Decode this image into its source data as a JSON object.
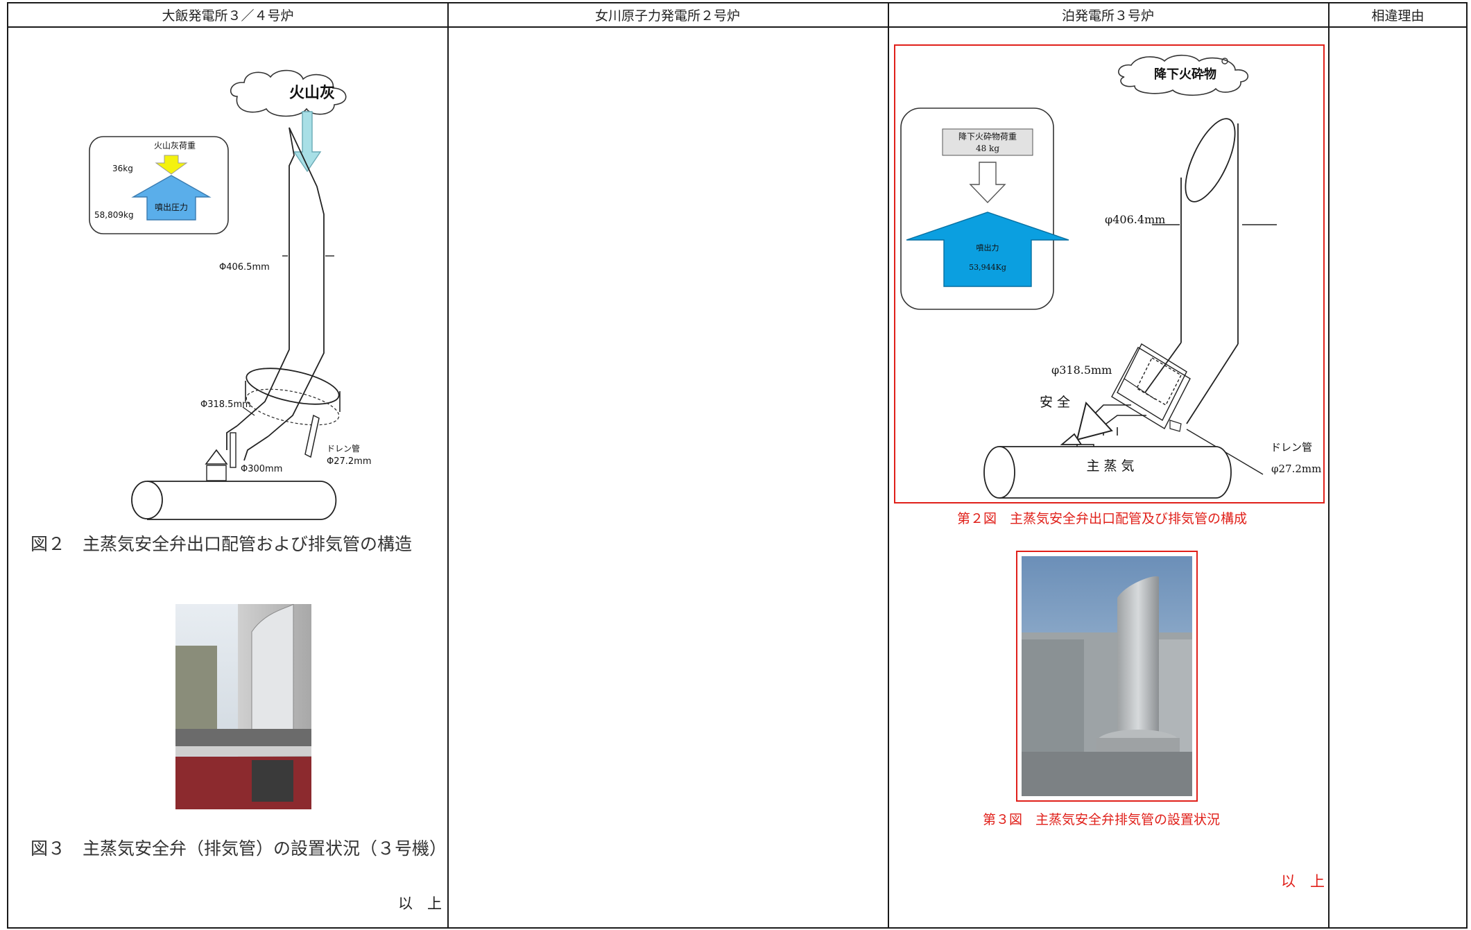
{
  "columns": {
    "col1": "大飯発電所３／４号炉",
    "col2": "女川原子力発電所２号炉",
    "col3": "泊発電所３号炉",
    "col4": "相違理由"
  },
  "ohi": {
    "cloud": "火山灰",
    "load_label": "火山灰荷重",
    "load_value": "36kg",
    "pressure_label": "噴出圧力",
    "pressure_value": "58,809kg",
    "dim_outlet": "Φ406.5mm",
    "dim_inlet": "Φ318.5mm",
    "dim_valve": "Φ300mm",
    "drain_label": "ドレン管",
    "drain_dim": "Φ27.2mm",
    "fig2_caption": "図２　主蒸気安全弁出口配管および排気管の構造",
    "fig3_caption": "図３　主蒸気安全弁（排気管）の設置状況（３号機）",
    "end": "以　上"
  },
  "tomari": {
    "cloud": "降下火砕物",
    "load_label": "降下火砕物荷重",
    "load_value": "48 kg",
    "pressure_label": "噴出力",
    "pressure_value": "53,944Kg",
    "dim_outlet": "φ406.4mm",
    "dim_inlet": "φ318.5mm",
    "valve_label": "安 全",
    "steam_label": "主 蒸 気",
    "drain_label": "ドレン管",
    "drain_dim": "φ27.2mm",
    "fig2_caption": "第２図　主蒸気安全弁出口配管及び排気管の構成",
    "fig3_caption": "第３図　主蒸気安全弁排気管の設置状況",
    "end": "以　上"
  },
  "colors": {
    "accent_red": "#e0201a",
    "arrow_blue": "#0b9fe0",
    "arrow_blue_light": "#5aaeea",
    "arrow_yellow": "#f4f20f",
    "arrow_cyan": "#a8dfe6"
  }
}
